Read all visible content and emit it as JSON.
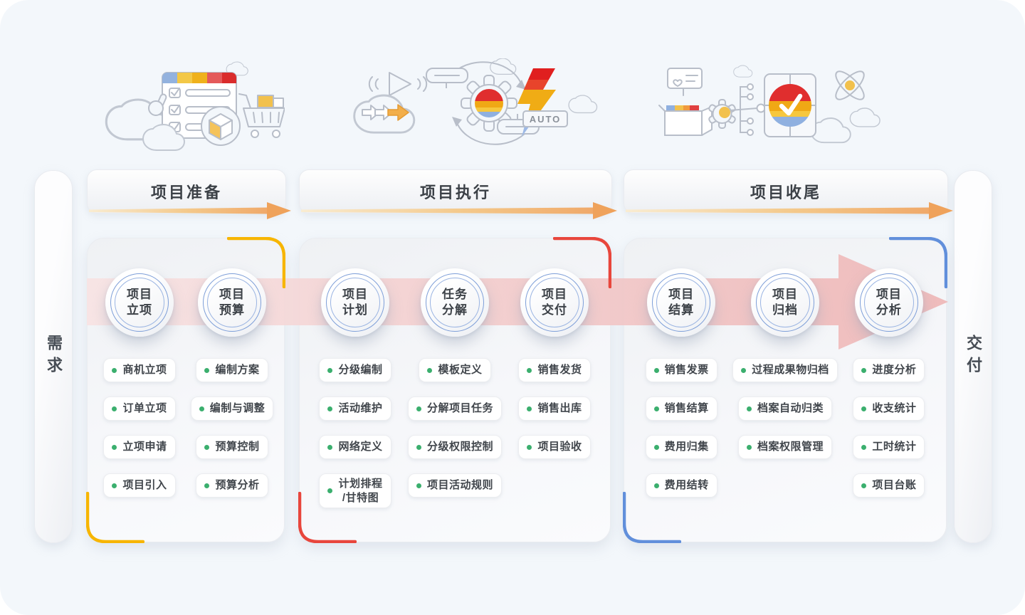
{
  "canvas": {
    "background": "#f3f7fb"
  },
  "sides": {
    "left_label": "需求",
    "right_label": "交付"
  },
  "illustrations": {
    "auto_label": "AUTO",
    "names": [
      "checklist-cart-illustration",
      "automation-gear-illustration",
      "archive-puzzle-illustration"
    ]
  },
  "colors": {
    "accent_phase1": "#f7b500",
    "accent_phase2": "#e8463c",
    "accent_phase3": "#618fdb",
    "green_dot": "#3baf6e",
    "ring_blue": "#7d9ed8",
    "pink_flow_arrow": "#efb9b9",
    "orange_header_arrow": "#efa25b"
  },
  "phases": [
    {
      "title": "项目准备",
      "accent": "#f7b500",
      "circles": [
        "项目\n立项",
        "项目\n预算"
      ],
      "columns": [
        [
          "商机立项",
          "订单立项",
          "立项申请",
          "项目引入"
        ],
        [
          "编制方案",
          "编制与调整",
          "预算控制",
          "预算分析"
        ]
      ]
    },
    {
      "title": "项目执行",
      "accent": "#e8463c",
      "circles": [
        "项目\n计划",
        "任务\n分解",
        "项目\n交付"
      ],
      "columns": [
        [
          "分级编制",
          "活动维护",
          "网络定义",
          "计划排程\n/甘特图"
        ],
        [
          "模板定义",
          "分解项目任务",
          "分级权限控制",
          "项目活动规则"
        ],
        [
          "销售发货",
          "销售出库",
          "项目验收"
        ]
      ]
    },
    {
      "title": "项目收尾",
      "accent": "#618fdb",
      "circles": [
        "项目\n结算",
        "项目\n归档",
        "项目\n分析"
      ],
      "columns": [
        [
          "销售发票",
          "销售结算",
          "费用归集",
          "费用结转"
        ],
        [
          "过程成果物归档",
          "档案自动归类",
          "档案权限管理"
        ],
        [
          "进度分析",
          "收支统计",
          "工时统计",
          "项目台账"
        ]
      ]
    }
  ]
}
